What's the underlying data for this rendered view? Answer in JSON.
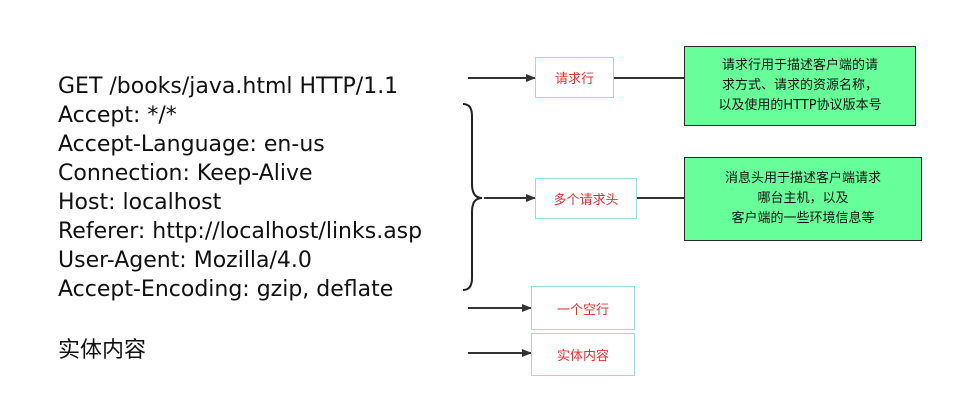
{
  "request": {
    "request_line": "GET /books/java.html HTTP/1.1",
    "headers": [
      "Accept: */*",
      "Accept-Language: en-us",
      "Connection: Keep-Alive",
      "Host: localhost",
      "Referer: http://localhost/links.asp",
      "User-Agent: Mozilla/4.0",
      "Accept-Encoding: gzip, deflate"
    ],
    "body": "实体内容"
  },
  "labels": {
    "request_line": "请求行",
    "headers": "多个请求头",
    "blank_line": "一个空行",
    "body": "实体内容"
  },
  "notes": {
    "request_line": [
      "请求行用于描述客户端的请",
      "求方式、请求的资源名称，",
      "以及使用的HTTP协议版本号"
    ],
    "headers": [
      "消息头用于描述客户端请求",
      "哪台主机，以及",
      "客户端的一些环境信息等"
    ]
  },
  "colors": {
    "label_border": "#99dde0",
    "label_text": "#e53030",
    "note_fill": "#66ff99",
    "note_border": "#2a2a2a",
    "arrow": "#333333"
  }
}
